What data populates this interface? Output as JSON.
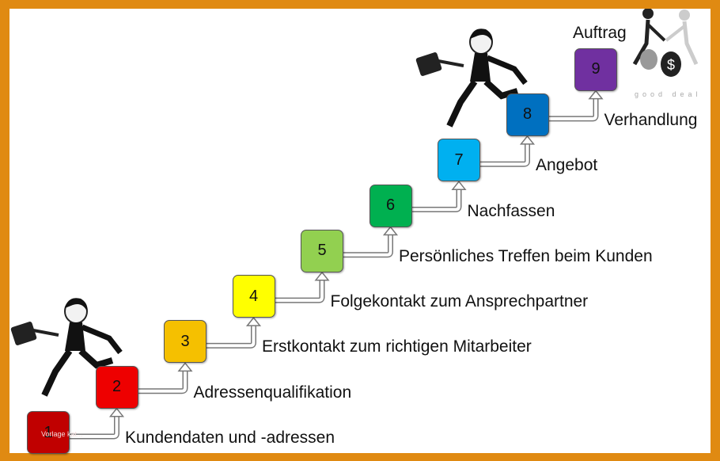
{
  "steps": [
    {
      "number": "1",
      "label": "Kundendaten und -adressen",
      "color": "#c00000"
    },
    {
      "number": "2",
      "label": "Adressenqualifikation",
      "color": "#ee0000"
    },
    {
      "number": "3",
      "label": "Erstkontakt zum richtigen Mitarbeiter",
      "color": "#f5c000"
    },
    {
      "number": "4",
      "label": "Folgekontakt zum Ansprechpartner",
      "color": "#ffff00"
    },
    {
      "number": "5",
      "label": "Persönliches Treffen beim Kunden",
      "color": "#92d050"
    },
    {
      "number": "6",
      "label": "Nachfassen",
      "color": "#00b050"
    },
    {
      "number": "7",
      "label": "Angebot",
      "color": "#00b0f0"
    },
    {
      "number": "8",
      "label": "Verhandlung",
      "color": "#0070c0"
    },
    {
      "number": "9",
      "label": "Auftrag",
      "color": "#7030a0"
    }
  ],
  "watermark": "Vorlage kat...",
  "logo": {
    "text": "good deal",
    "symbol": "$"
  },
  "colors": {
    "frame": "#e08a12",
    "arrow": "#777777"
  },
  "icons": [
    "businesswoman-icon",
    "businesswoman-icon",
    "handshake-money-icon"
  ]
}
